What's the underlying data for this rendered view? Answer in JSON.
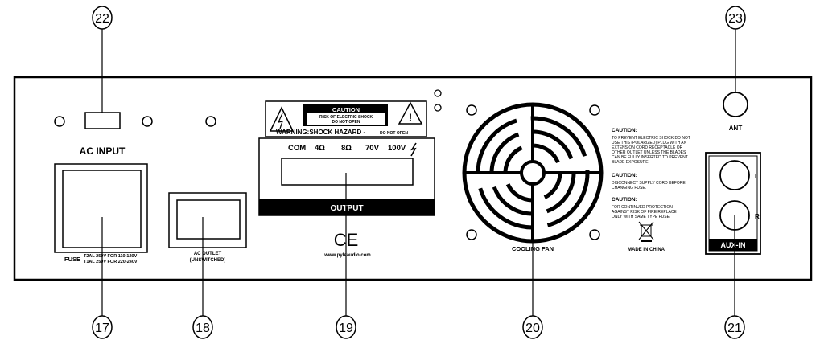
{
  "callouts": [
    "22",
    "23",
    "17",
    "18",
    "19",
    "20",
    "21"
  ],
  "ac_input": {
    "label": "AC INPUT",
    "fuse_label": "FUSE",
    "fuse_line1": "T2AL 250V FOR 110-120V",
    "fuse_line2": "T1AL 250V FOR 220-240V"
  },
  "ac_outlet": {
    "line1": "AC OUTLET",
    "line2": "(UNSWITCHED)"
  },
  "warning": {
    "caution_title": "CAUTION",
    "risk_line1": "RISK OF ELECTRIC SHOCK",
    "risk_line2": "DO NOT OPEN",
    "warning_text": "WARNING:SHOCK HAZARD -",
    "do_not_open": "DO NOT OPEN"
  },
  "output": {
    "terminals": [
      "COM",
      "4Ω",
      "8Ω",
      "70V",
      "100V"
    ],
    "label": "OUTPUT",
    "ce_mark": "CE",
    "website": "www.pyleaudio.com"
  },
  "fan": {
    "label": "COOLING FAN"
  },
  "cautions": [
    {
      "title": "CAUTION:",
      "lines": [
        "TO PREVENT ELECTRIC SHOCK DO NOT",
        "USE THIS (POLARIZED) PLUG WITH AN",
        "EXTENSION CORD RECEPTACLE OR",
        "OTHER OUTLET UNLESS THE BLADES",
        "CAN BE FULLY INSERTED TO PREVENT",
        "BLADE EXPOSURE"
      ]
    },
    {
      "title": "CAUTION:",
      "lines": [
        "DISCONNECT SUPPLY CORD BEFORE",
        "CHANGING FUSE."
      ]
    },
    {
      "title": "CAUTION:",
      "lines": [
        "FOR CONTINUED PROTECTION",
        "AGAINST RISK OF FIRE REPLACE",
        "ONLY WITH SAME TYPE FUSE."
      ]
    }
  ],
  "made_in": "MADE IN CHINA",
  "antenna": {
    "label": "ANT"
  },
  "aux": {
    "left": "L",
    "right": "R",
    "label": "AUX-IN"
  }
}
